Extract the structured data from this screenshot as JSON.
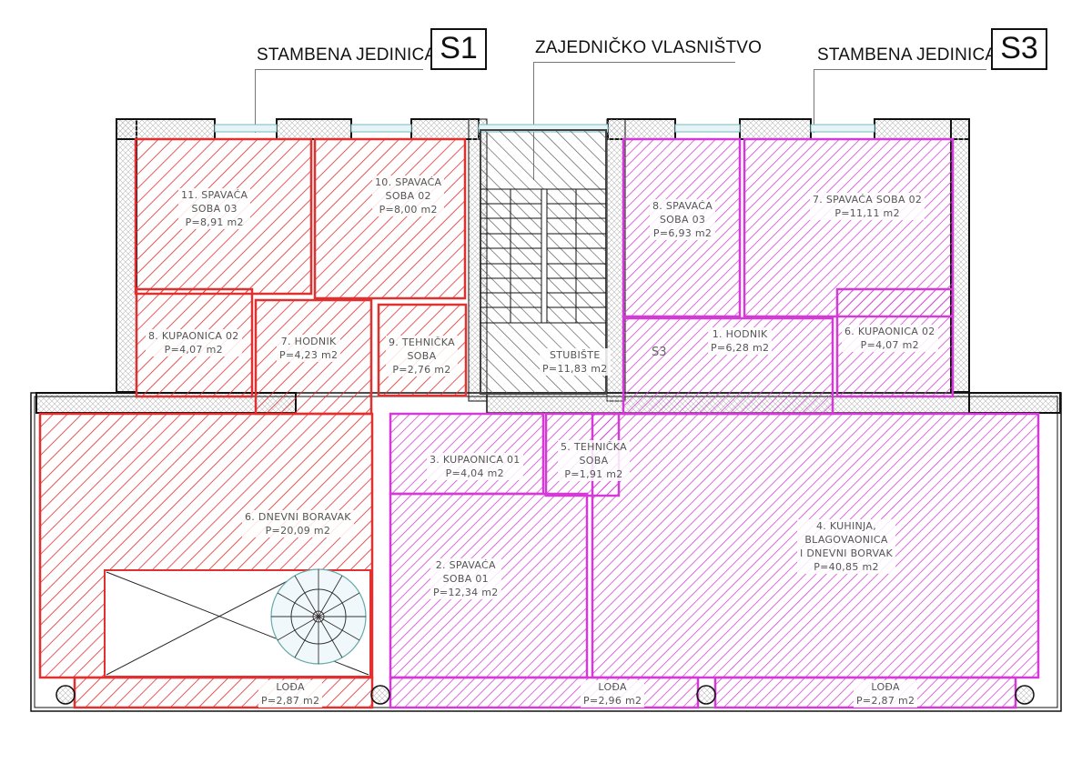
{
  "header": {
    "unit_s1_caption": "STAMBENA  JEDINICA",
    "unit_s1_code": "S1",
    "common_caption": "ZAJEDNIČKO VLASNIŠTVO",
    "unit_s3_caption": "STAMBENA  JEDINICA",
    "unit_s3_code": "S3"
  },
  "colors": {
    "unit_s1": "#e0302f",
    "unit_s3": "#d43ad6",
    "common": "#555555",
    "wall": "#111111",
    "furniture": "#8fd0e0"
  },
  "units": {
    "s1": {
      "rooms": [
        {
          "id": "11",
          "lines": [
            "11. SPAVAĆA",
            "SOBA 03",
            "P=8,91 m2"
          ]
        },
        {
          "id": "10",
          "lines": [
            "10. SPAVAĆA",
            "SOBA 02",
            "P=8,00 m2"
          ]
        },
        {
          "id": "8",
          "lines": [
            "8. KUPAONICA 02",
            "P=4,07 m2"
          ]
        },
        {
          "id": "7",
          "lines": [
            "7. HODNIK",
            "P=4,23 m2"
          ]
        },
        {
          "id": "9",
          "lines": [
            "9. TEHNIČKA",
            "SOBA",
            "P=2,76 m2"
          ]
        },
        {
          "id": "6",
          "lines": [
            "6. DNEVNI BORAVAK",
            "P=20,09 m2"
          ]
        },
        {
          "id": "loda",
          "lines": [
            "LOĐA",
            "P=2,87 m2"
          ]
        }
      ]
    },
    "common": {
      "rooms": [
        {
          "id": "stubiste",
          "lines": [
            "STUBIŠTE",
            "P=11,83 m2"
          ]
        }
      ]
    },
    "s3": {
      "stair_mark": "S3",
      "rooms": [
        {
          "id": "8",
          "lines": [
            "8. SPAVAĆA",
            "SOBA 03",
            "P=6,93 m2"
          ]
        },
        {
          "id": "7",
          "lines": [
            "7. SPAVAĆA SOBA 02",
            "P=11,11 m2"
          ]
        },
        {
          "id": "1",
          "lines": [
            "1. HODNIK",
            "P=6,28 m2"
          ]
        },
        {
          "id": "6",
          "lines": [
            "6. KUPAONICA 02",
            "P=4,07 m2"
          ]
        },
        {
          "id": "3",
          "lines": [
            "3. KUPAONICA 01",
            "P=4,04 m2"
          ]
        },
        {
          "id": "5",
          "lines": [
            "5. TEHNIČKA",
            "SOBA",
            "P=1,91 m2"
          ]
        },
        {
          "id": "2",
          "lines": [
            "2. SPAVAĆA",
            "SOBA 01",
            "P=12,34 m2"
          ]
        },
        {
          "id": "4",
          "lines": [
            "4. KUHINJA,",
            "BLAGOVAONICA",
            "I DNEVNI BORVAK",
            "P=40,85 m2"
          ]
        },
        {
          "id": "loda1",
          "lines": [
            "LOĐA",
            "P=2,96 m2"
          ]
        },
        {
          "id": "loda2",
          "lines": [
            "LOĐA",
            "P=2,87 m2"
          ]
        }
      ]
    }
  }
}
